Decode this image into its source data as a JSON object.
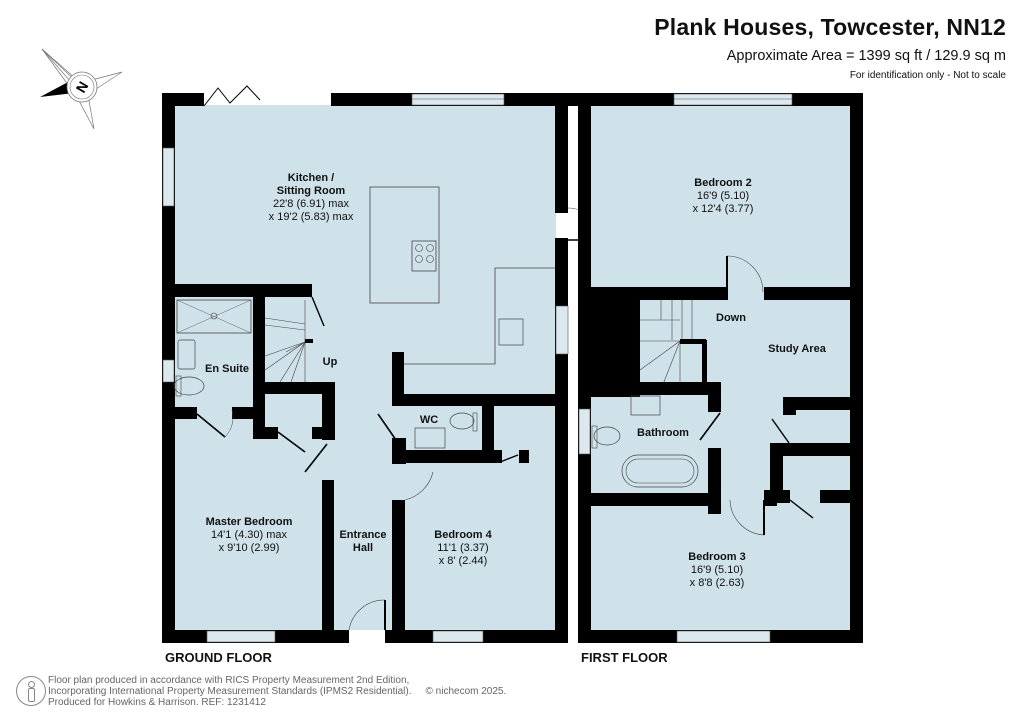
{
  "header": {
    "title": "Plank Houses, Towcester, NN12",
    "area": "Approximate Area = 1399 sq ft / 129.9 sq m",
    "note": "For identification only - Not to scale"
  },
  "compass": {
    "letter": "N"
  },
  "colors": {
    "floor": "#cfe2ea",
    "wall": "#000000",
    "window": "#dbe8ee",
    "background": "#ffffff"
  },
  "ground_floor": {
    "label": "GROUND FLOOR",
    "rooms": {
      "kitchen": {
        "name": "Kitchen /",
        "name2": "Sitting Room",
        "dim1": "22'8 (6.91) max",
        "dim2": "x 19'2 (5.83) max"
      },
      "ensuite": {
        "name": "En Suite"
      },
      "stairs": {
        "name": "Up"
      },
      "wc": {
        "name": "WC"
      },
      "master": {
        "name": "Master Bedroom",
        "dim1": "14'1 (4.30) max",
        "dim2": "x 9'10 (2.99)"
      },
      "hall": {
        "name": "Entrance",
        "name2": "Hall"
      },
      "bedroom4": {
        "name": "Bedroom 4",
        "dim1": "11'1 (3.37)",
        "dim2": "x 8' (2.44)"
      }
    }
  },
  "first_floor": {
    "label": "FIRST FLOOR",
    "rooms": {
      "bedroom2": {
        "name": "Bedroom 2",
        "dim1": "16'9 (5.10)",
        "dim2": "x 12'4 (3.77)"
      },
      "stairs": {
        "name": "Down"
      },
      "study": {
        "name": "Study Area"
      },
      "bathroom": {
        "name": "Bathroom"
      },
      "bedroom3": {
        "name": "Bedroom 3",
        "dim1": "16'9 (5.10)",
        "dim2": "x 8'8 (2.63)"
      }
    }
  },
  "footer": {
    "line1": "Floor plan produced in accordance with RICS Property Measurement 2nd Edition,",
    "line2": "Incorporating International Property Measurement Standards (IPMS2 Residential).",
    "copyright": "© nichecom 2025.",
    "line3": "Produced for Howkins & Harrison.   REF: 1231412"
  }
}
